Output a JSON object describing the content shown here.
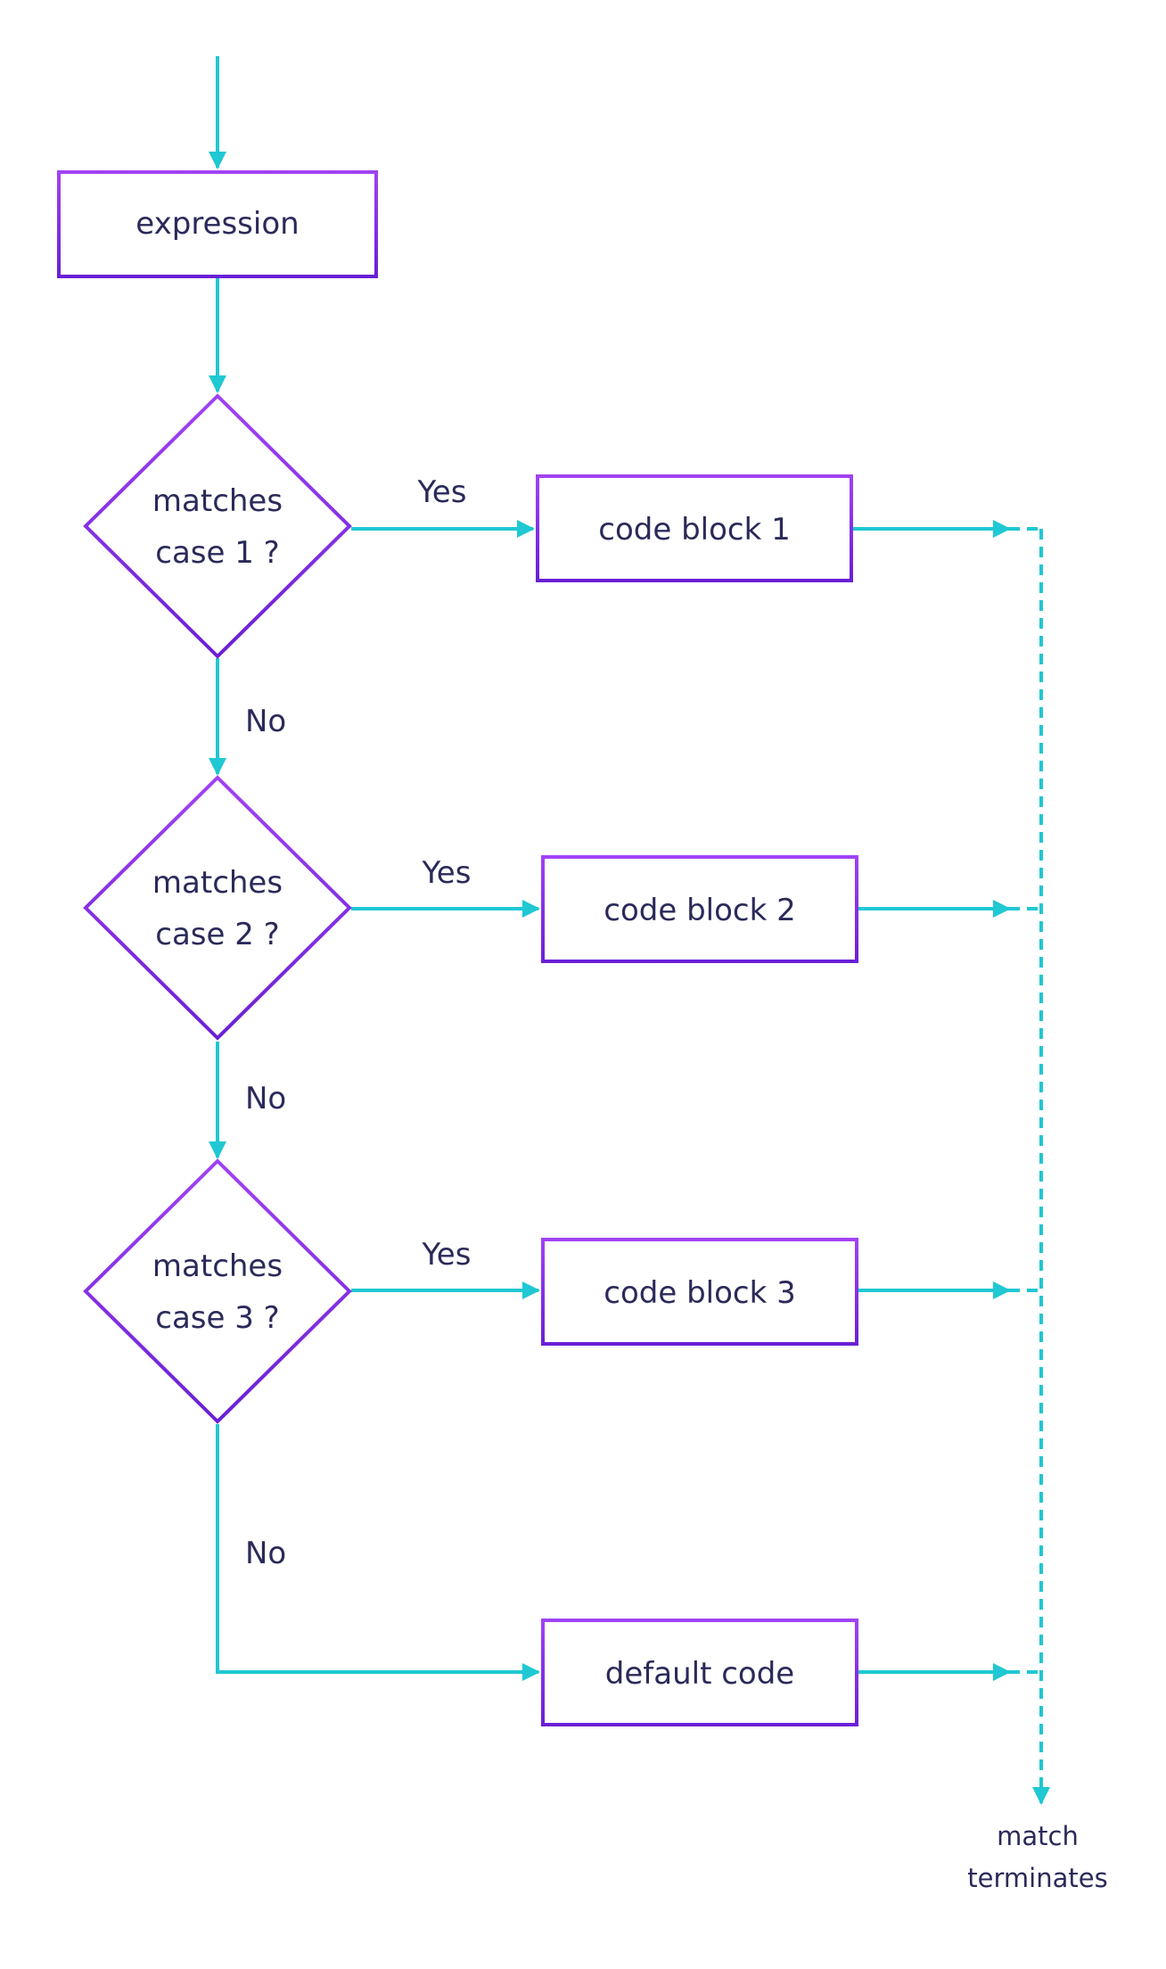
{
  "nodes": {
    "expression": "expression",
    "decision1_line1": "matches",
    "decision1_line2": "case 1 ?",
    "decision2_line1": "matches",
    "decision2_line2": "case 2 ?",
    "decision3_line1": "matches",
    "decision3_line2": "case 3 ?",
    "block1": "code block 1",
    "block2": "code block 2",
    "block3": "code block 3",
    "default": "default code"
  },
  "labels": {
    "yes1": "Yes",
    "yes2": "Yes",
    "yes3": "Yes",
    "no1": "No",
    "no2": "No",
    "no3": "No"
  },
  "end_label": {
    "line1": "match",
    "line2": "terminates"
  },
  "colors": {
    "arrow": "#1fc8d3",
    "box_stroke_top": "#a142f4",
    "box_stroke_bottom": "#6a1fd6",
    "text": "#2a2a5a"
  }
}
